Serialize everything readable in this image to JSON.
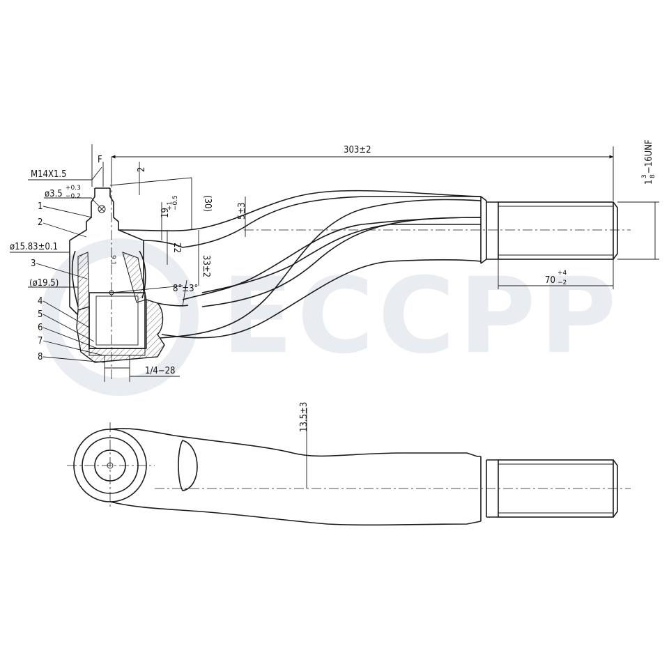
{
  "watermark": "ECCPP",
  "dimensions": {
    "overall_length": "303±2",
    "thread_main": "M14X1.5",
    "flat_label": "F",
    "dim_2": "2",
    "hole_dia": "ø3.5",
    "hole_tol_upper": "+0.3",
    "hole_tol_lower": "−0.2",
    "boot_dia": "ø15.83±0.1",
    "dim_30": "(30)",
    "dim_19_main": "19",
    "dim_19_upper": "+1",
    "dim_19_lower": "−0.5",
    "dim_5": "5±3",
    "dim_22": "22",
    "dim_33": "33±2",
    "dim_9_1": "9.1",
    "angle": "8°±3°",
    "dia_19_5": "(ø19.5)",
    "grease_fitting": "1/4−28",
    "thread_inner_whole": "1",
    "thread_inner_num": "3",
    "thread_inner_den": "8",
    "thread_inner_suffix": "−16UNF",
    "thread_length_main": "70",
    "thread_length_upper": "+4",
    "thread_length_lower": "−2",
    "offset": "13.5±3"
  },
  "callouts": [
    "1",
    "2",
    "3",
    "4",
    "5",
    "6",
    "7",
    "8"
  ]
}
